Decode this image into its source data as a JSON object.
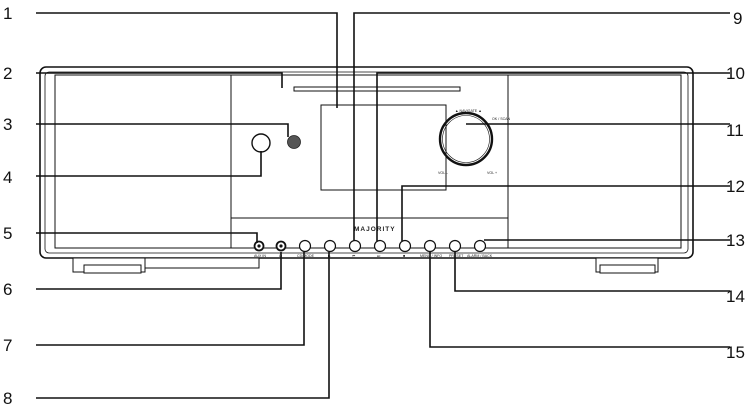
{
  "callouts": {
    "c1": "1",
    "c2": "2",
    "c3": "3",
    "c4": "4",
    "c5": "5",
    "c6": "6",
    "c7": "7",
    "c8": "8",
    "c9": "9",
    "c10": "10",
    "c11": "11",
    "c12": "12",
    "c13": "13",
    "c14": "14",
    "c15": "15"
  },
  "device": {
    "brand": "MAJORITY",
    "navigate_label": "▲ NAVIGATE ▲",
    "ok_scan_label": "OK / SCAN",
    "vol_minus_label": "VOL –",
    "vol_plus_label": "VOL +",
    "buttons": {
      "aux_in": "AUX IN",
      "headphones": "☊",
      "cd_mode": "CD/MODE",
      "play_pause": "▶",
      "prev": "⏮",
      "next": "⏭",
      "stop": "■",
      "menu_info": "MENU / INFO",
      "preset": "PRESET",
      "alarm_back": "ALARM / BACK"
    }
  },
  "colors": {
    "line": "#111111",
    "ir_sensor": "#555555"
  }
}
